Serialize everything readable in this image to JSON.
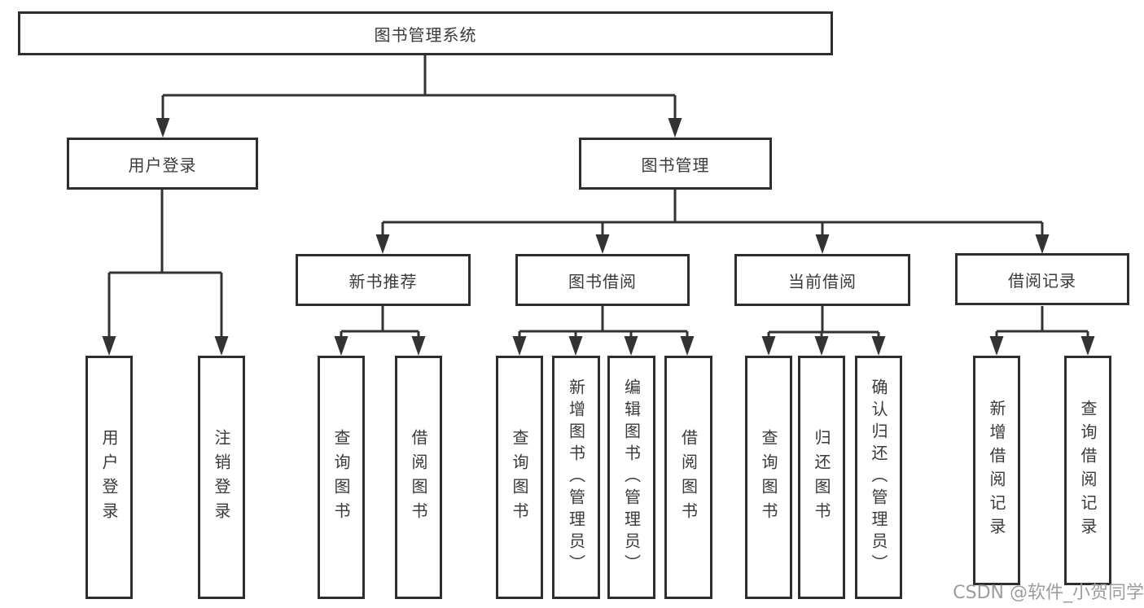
{
  "diagram": {
    "root": {
      "label": "图书管理系统"
    },
    "level2": {
      "user_login": {
        "label": "用户登录"
      },
      "book_mgmt": {
        "label": "图书管理"
      }
    },
    "level3": {
      "new_books": {
        "label": "新书推荐"
      },
      "book_borrow": {
        "label": "图书借阅"
      },
      "current_borrow": {
        "label": "当前借阅"
      },
      "borrow_records": {
        "label": "借阅记录"
      }
    },
    "leaves": {
      "user_login_login": "用户登录",
      "user_login_logout": "注销登录",
      "new_books_query": "查询图书",
      "new_books_borrow": "借阅图书",
      "book_borrow_query": "查询图书",
      "book_borrow_add": "新增图书（管理员）",
      "book_borrow_edit": "编辑图书（管理员）",
      "book_borrow_borrow": "借阅图书",
      "current_query": "查询图书",
      "current_return": "归还图书",
      "current_confirm": "确认归还（管理员）",
      "records_add": "新增借阅记录",
      "records_query": "查询借阅记录"
    },
    "watermark": "CSDN @软件_小贺同学",
    "colors": {
      "line": "#333333",
      "box_border": "#2e2e2e",
      "text": "#3a3a3a",
      "watermark": "#9d9d9d",
      "background": "#ffffff"
    }
  }
}
